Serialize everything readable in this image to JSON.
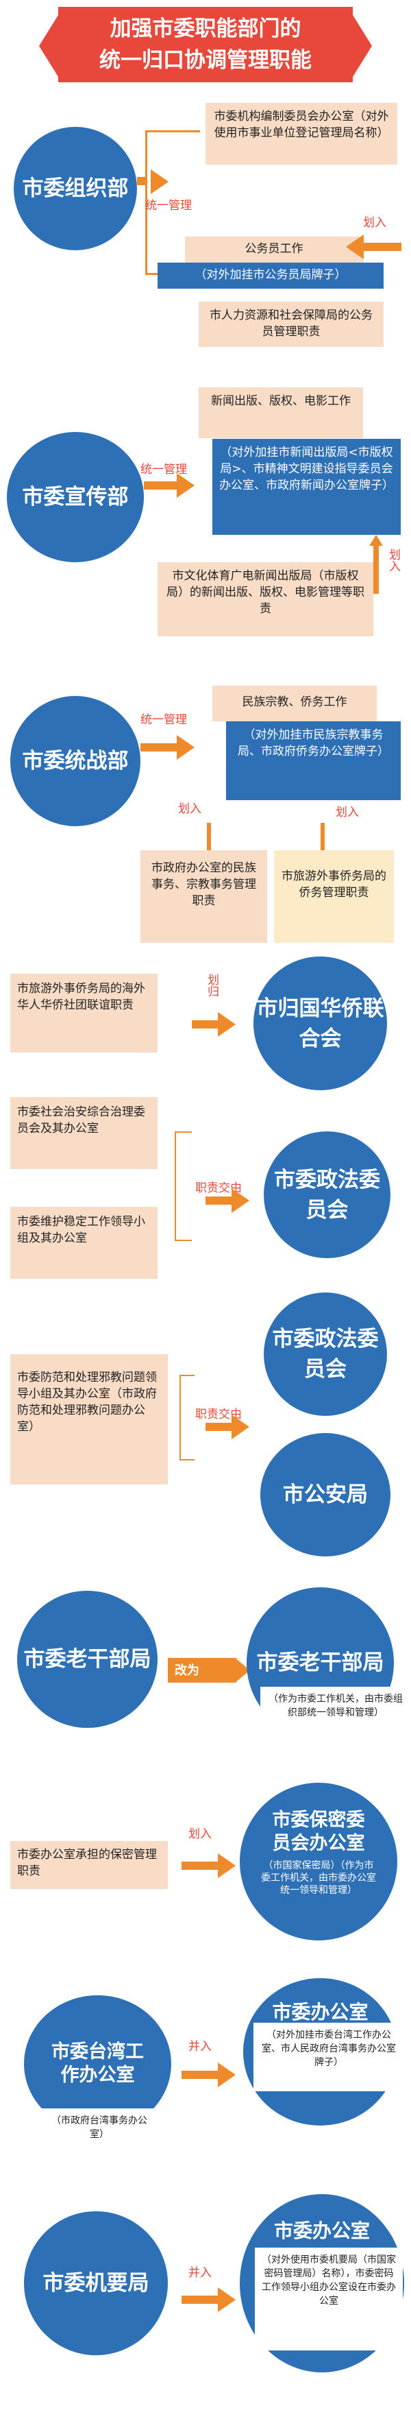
{
  "title": {
    "line1": "加强市委职能部门的",
    "line2": "统一归口协调管理职能"
  },
  "s1": {
    "circle": "市委组织部",
    "box1": "市委机构编制委员会办公室（对外使用市事业单位登记管理局名称）",
    "box2_title": "公务员工作",
    "box2_sub": "（对外加挂市公务员局牌子）",
    "box3": "市人力资源和社会保障局的公务员管理职责",
    "label_unify": "统一管理",
    "label_transfer": "划入"
  },
  "s2": {
    "circle": "市委宣传部",
    "box1": "新闻出版、版权、电影工作",
    "box2": "（对外加挂市新闻出版局<市版权局>、市精神文明建设指导委员会办公室、市政府新闻办公室牌子）",
    "box3": "市文化体育广电新闻出版局（市版权局）的新闻出版、版权、电影管理等职责",
    "label_unify": "统一管理",
    "label_transfer": "划入"
  },
  "s3": {
    "circle": "市委统战部",
    "box1": "民族宗教、侨务工作",
    "box2": "（对外加挂市民族宗教事务局、市政府侨务办公室牌子）",
    "box3": "市政府办公室的民族事务、宗教事务管理职责",
    "box4": "市旅游外事侨务局的侨务管理职责",
    "label_unify": "统一管理",
    "label_transfer_a": "划入",
    "label_transfer_b": "划入"
  },
  "s4": {
    "box": "市旅游外事侨务局的海外华人华侨社团联谊职责",
    "label": "划归",
    "circle": "市归国华侨联合会"
  },
  "s5": {
    "box1": "市委社会治安综合治理委员会及其办公室",
    "box2": "市委维护稳定工作领导小组及其办公室",
    "label": "职责交由",
    "circle": "市委政法委员会"
  },
  "s6": {
    "box": "市委防范和处理邪教问题领导小组及其办公室（市政府防范和处理邪教问题办公室）",
    "label": "职责交由",
    "circle1": "市委政法委员会",
    "circle2": "市公安局"
  },
  "s7": {
    "circle_left": "市委老干部局",
    "label": "改为",
    "circle_right": "市委老干部局",
    "circle_right_sub": "（作为市委工作机关，由市委组织部统一领导和管理）"
  },
  "s8": {
    "box": "市委办公室承担的保密管理职责",
    "label": "划入",
    "circle": "市委保密委员会办公室",
    "circle_sub": "（市国家保密局）（作为市委工作机关，由市委办公室统一领导和管理）"
  },
  "s9": {
    "circle_left": "市委台湾工作办公室",
    "circle_left_sub": "（市政府台湾事务办公室）",
    "label": "并入",
    "circle_right": "市委办公室",
    "circle_right_sub": "（对外加挂市委台湾工作办公室、市人民政府台湾事务办公室牌子）"
  },
  "s10": {
    "circle_left": "市委机要局",
    "label": "并入",
    "circle_right": "市委办公室",
    "circle_right_sub": "（对外使用市委机要局（市国家密码管理局）名称），市委密码工作领导小组办公室设在市委办公室"
  }
}
